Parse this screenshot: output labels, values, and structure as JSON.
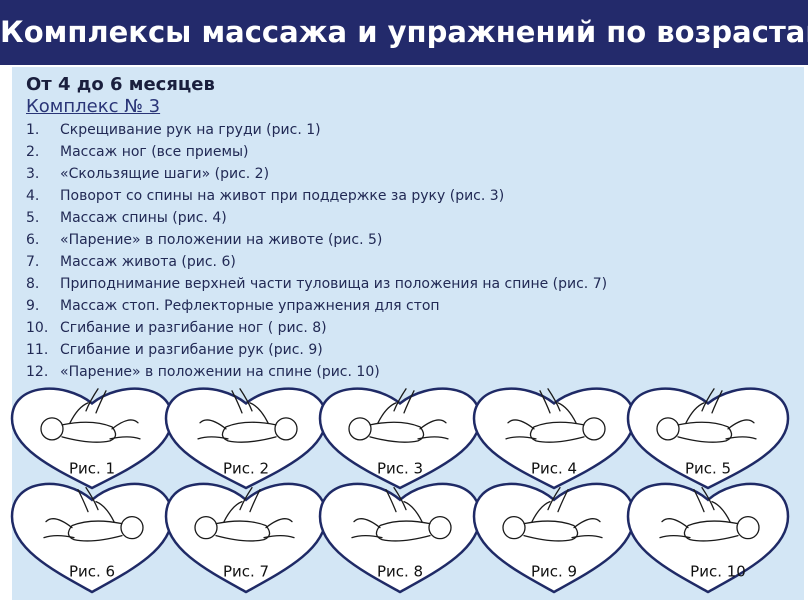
{
  "header": {
    "title": "Комплексы массажа и упражнений по возрастам"
  },
  "age_group": "От 4 до 6 месяцев",
  "complex_title": "Комплекс № 3",
  "items": [
    {
      "num": "1.",
      "text": "Скрещивание рук на груди (рис. 1)"
    },
    {
      "num": "2.",
      "text": "Массаж ног (все приемы)"
    },
    {
      "num": "3.",
      "text": "«Скользящие шаги» (рис. 2)"
    },
    {
      "num": "4.",
      "text": "Поворот со спины на живот при поддержке за  руку (рис. 3)"
    },
    {
      "num": "5.",
      "text": "Массаж спины (рис. 4)"
    },
    {
      "num": "6.",
      "text": "«Парение» в положении на животе (рис. 5)"
    },
    {
      "num": "7.",
      "text": "Массаж живота (рис. 6)"
    },
    {
      "num": "8.",
      "text": "Приподнимание верхней части туловища из положения на спине (рис. 7)"
    },
    {
      "num": "9.",
      "text": "Массаж стоп. Рефлекторные упражнения для стоп"
    },
    {
      "num": "10.",
      "text": "Сгибание и разгибание ног ( рис. 8)"
    },
    {
      "num": "11.",
      "text": "Сгибание и разгибание рук (рис. 9)"
    },
    {
      "num": "12.",
      "text": "«Парение» в положении на спине (рис. 10)"
    }
  ],
  "figures": [
    {
      "label": "Рис. 1"
    },
    {
      "label": "Рис. 2"
    },
    {
      "label": "Рис. 3"
    },
    {
      "label": "Рис. 4"
    },
    {
      "label": "Рис. 5"
    },
    {
      "label": "Рис. 6"
    },
    {
      "label": "Рис. 7"
    },
    {
      "label": "Рис. 8"
    },
    {
      "label": "Рис. 9"
    },
    {
      "label": "Рис. 10"
    }
  ],
  "colors": {
    "header": "#232a6b",
    "panel": "#d3e6f5",
    "heart_stroke": "#1f2a66"
  }
}
